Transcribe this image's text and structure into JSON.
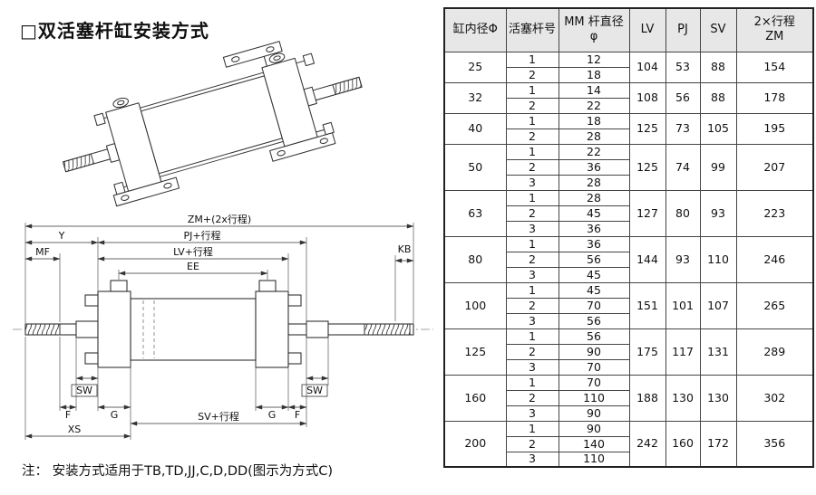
{
  "page": {
    "title": "□双活塞杆缸安装方式",
    "note": "注： 安装方式适用于TB,TD,JJ,C,D,DD(图示为方式C)"
  },
  "diagram": {
    "dim_labels": {
      "zm": "ZM+(2x行程)",
      "y": "Y",
      "pj": "PJ+行程",
      "mf": "MF",
      "lv": "LV+行程",
      "kb": "KB",
      "ee": "EE",
      "sw_left": "SW",
      "sw_right": "SW",
      "f_left": "F",
      "g_left": "G",
      "g_right": "G",
      "f_right": "F",
      "xs": "XS",
      "sv": "SV+行程"
    }
  },
  "table": {
    "headers": [
      "缸内径Φ",
      "活塞杆号",
      "MM 杆直径\nφ",
      "LV",
      "PJ",
      "SV",
      "2×行程\nZM"
    ],
    "groups": [
      {
        "bore": "25",
        "rods": [
          [
            "1",
            "12"
          ],
          [
            "2",
            "18"
          ]
        ],
        "lv": "104",
        "pj": "53",
        "sv": "88",
        "zm": "154"
      },
      {
        "bore": "32",
        "rods": [
          [
            "1",
            "14"
          ],
          [
            "2",
            "22"
          ]
        ],
        "lv": "108",
        "pj": "56",
        "sv": "88",
        "zm": "178"
      },
      {
        "bore": "40",
        "rods": [
          [
            "1",
            "18"
          ],
          [
            "2",
            "28"
          ]
        ],
        "lv": "125",
        "pj": "73",
        "sv": "105",
        "zm": "195"
      },
      {
        "bore": "50",
        "rods": [
          [
            "1",
            "22"
          ],
          [
            "2",
            "36"
          ],
          [
            "3",
            "28"
          ]
        ],
        "lv": "125",
        "pj": "74",
        "sv": "99",
        "zm": "207"
      },
      {
        "bore": "63",
        "rods": [
          [
            "1",
            "28"
          ],
          [
            "2",
            "45"
          ],
          [
            "3",
            "36"
          ]
        ],
        "lv": "127",
        "pj": "80",
        "sv": "93",
        "zm": "223"
      },
      {
        "bore": "80",
        "rods": [
          [
            "1",
            "36"
          ],
          [
            "2",
            "56"
          ],
          [
            "3",
            "45"
          ]
        ],
        "lv": "144",
        "pj": "93",
        "sv": "110",
        "zm": "246"
      },
      {
        "bore": "100",
        "rods": [
          [
            "1",
            "45"
          ],
          [
            "2",
            "70"
          ],
          [
            "3",
            "56"
          ]
        ],
        "lv": "151",
        "pj": "101",
        "sv": "107",
        "zm": "265"
      },
      {
        "bore": "125",
        "rods": [
          [
            "1",
            "56"
          ],
          [
            "2",
            "90"
          ],
          [
            "3",
            "70"
          ]
        ],
        "lv": "175",
        "pj": "117",
        "sv": "131",
        "zm": "289"
      },
      {
        "bore": "160",
        "rods": [
          [
            "1",
            "70"
          ],
          [
            "2",
            "110"
          ],
          [
            "3",
            "90"
          ]
        ],
        "lv": "188",
        "pj": "130",
        "sv": "130",
        "zm": "302"
      },
      {
        "bore": "200",
        "rods": [
          [
            "1",
            "90"
          ],
          [
            "2",
            "140"
          ],
          [
            "3",
            "110"
          ]
        ],
        "lv": "242",
        "pj": "160",
        "sv": "172",
        "zm": "356"
      }
    ]
  }
}
